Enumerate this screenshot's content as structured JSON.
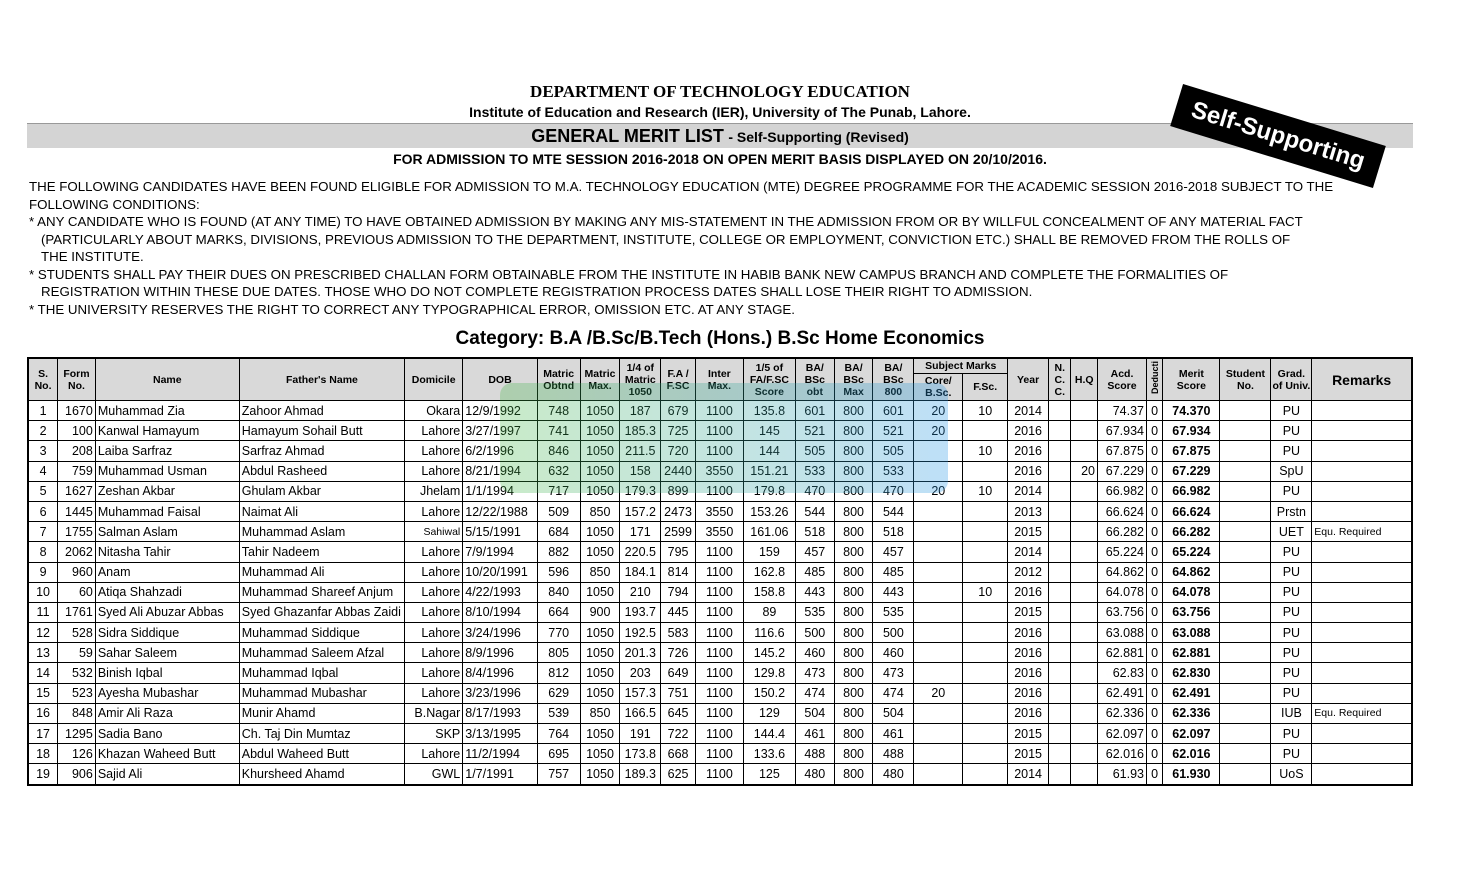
{
  "header": {
    "department": "DEPARTMENT OF TECHNOLOGY EDUCATION",
    "institute": "Institute of Education and Research (IER), University of The Punab, Lahore.",
    "list_title": "GENERAL MERIT LIST",
    "list_subtitle": "- Self-Supporting (Revised)",
    "admission_line": "FOR ADMISSION TO MTE SESSION 2016-2018 ON OPEN MERIT BASIS DISPLAYED ON 20/10/2016.",
    "stamp": "Self-Supporting"
  },
  "conditions": {
    "intro": "THE FOLLOWING CANDIDATES HAVE BEEN FOUND ELIGIBLE FOR ADMISSION TO M.A. TECHNOLOGY EDUCATION (MTE) DEGREE PROGRAMME FOR THE ACADEMIC SESSION 2016-2018 SUBJECT TO THE FOLLOWING CONDITIONS:",
    "c1": "* ANY CANDIDATE WHO IS FOUND (AT ANY TIME) TO HAVE OBTAINED ADMISSION BY MAKING ANY MIS-STATEMENT IN THE ADMISSION FROM OR BY WILLFUL CONCEALMENT OF ANY MATERIAL  FACT",
    "c1b": "(PARTICULARLY ABOUT MARKS, DIVISIONS, PREVIOUS ADMISSION TO THE DEPARTMENT, INSTITUTE, COLLEGE OR  EMPLOYMENT, CONVICTION ETC.)  SHALL BE REMOVED FROM THE ROLLS OF",
    "c1c": "THE INSTITUTE.",
    "c2": "* STUDENTS SHALL PAY THEIR DUES ON PRESCRIBED CHALLAN FORM OBTAINABLE FROM THE INSTITUTE IN HABIB BANK NEW CAMPUS BRANCH AND COMPLETE  THE FORMALITIES OF",
    "c2b": "REGISTRATION WITHIN THESE  DUE DATES. THOSE WHO DO NOT COMPLETE REGISTRATION PROCESS DATES SHALL LOSE THEIR RIGHT TO ADMISSION.",
    "c3": "* THE UNIVERSITY RESERVES THE RIGHT TO CORRECT ANY TYPOGRAPHICAL ERROR, OMISSION ETC. AT ANY STAGE."
  },
  "category": "Category: B.A /B.Sc/B.Tech (Hons.) B.Sc Home Economics",
  "columns": {
    "sno": "S. No.",
    "form": "Form No.",
    "name": "Name",
    "father": "Father's Name",
    "domicile": "Domicile",
    "dob": "DOB",
    "matric_obt": "Matric Obtnd",
    "matric_max": "Matric Max.",
    "quarter_matric": "1/4 of Matric 1050",
    "fa": "F.A / F.SC",
    "inter_max": "Inter Max.",
    "fifth_fa": "1/5 of FA/F.SC Score",
    "ba_obt": "BA/ BSc obt",
    "ba_max": "BA/ BSc Max",
    "ba_800": "BA/ BSc 800",
    "subject_marks": "Subject Marks",
    "core_bsc": "Core/ B.Sc.",
    "fsc": "F.Sc.",
    "year": "Year",
    "nc": "N. C. C.",
    "hq": "H.Q",
    "acd": "Acd. Score",
    "deduction": "Deducti",
    "merit": "Merit Score",
    "student_no": "Student No.",
    "grad_univ": "Grad. of Univ.",
    "remarks": "Remarks"
  },
  "rows": [
    {
      "sno": "1",
      "form": "1670",
      "name": "Muhammad Zia",
      "father": "Zahoor Ahmad",
      "dom": "Okara",
      "dob": "12/9/1992",
      "mo": "748",
      "mm": "1050",
      "q": "187",
      "fa": "679",
      "im": "1100",
      "f5": "135.8",
      "bo": "601",
      "bm": "800",
      "b8": "601",
      "core": "20",
      "fsc": "10",
      "yr": "2014",
      "nc": "",
      "hq": "",
      "acd": "74.37",
      "ded": "0",
      "merit": "74.370",
      "stu": "",
      "univ": "PU",
      "rem": ""
    },
    {
      "sno": "2",
      "form": "100",
      "name": "Kanwal Hamayum",
      "father": "Hamayum Sohail Butt",
      "dom": "Lahore",
      "dob": "3/27/1997",
      "mo": "741",
      "mm": "1050",
      "q": "185.3",
      "fa": "725",
      "im": "1100",
      "f5": "145",
      "bo": "521",
      "bm": "800",
      "b8": "521",
      "core": "20",
      "fsc": "",
      "yr": "2016",
      "nc": "",
      "hq": "",
      "acd": "67.934",
      "ded": "0",
      "merit": "67.934",
      "stu": "",
      "univ": "PU",
      "rem": ""
    },
    {
      "sno": "3",
      "form": "208",
      "name": "Laiba Sarfraz",
      "father": "Sarfraz Ahmad",
      "dom": "Lahore",
      "dob": "6/2/1996",
      "mo": "846",
      "mm": "1050",
      "q": "211.5",
      "fa": "720",
      "im": "1100",
      "f5": "144",
      "bo": "505",
      "bm": "800",
      "b8": "505",
      "core": "",
      "fsc": "10",
      "yr": "2016",
      "nc": "",
      "hq": "",
      "acd": "67.875",
      "ded": "0",
      "merit": "67.875",
      "stu": "",
      "univ": "PU",
      "rem": ""
    },
    {
      "sno": "4",
      "form": "759",
      "name": "Muhammad Usman",
      "father": "Abdul Rasheed",
      "dom": "Lahore",
      "dob": "8/21/1994",
      "mo": "632",
      "mm": "1050",
      "q": "158",
      "fa": "2440",
      "im": "3550",
      "f5": "151.21",
      "bo": "533",
      "bm": "800",
      "b8": "533",
      "core": "",
      "fsc": "",
      "yr": "2016",
      "nc": "",
      "hq": "20",
      "acd": "67.229",
      "ded": "0",
      "merit": "67.229",
      "stu": "",
      "univ": "SpU",
      "rem": ""
    },
    {
      "sno": "5",
      "form": "1627",
      "name": "Zeshan Akbar",
      "father": "Ghulam Akbar",
      "dom": "Jhelam",
      "dob": "1/1/1994",
      "mo": "717",
      "mm": "1050",
      "q": "179.3",
      "fa": "899",
      "im": "1100",
      "f5": "179.8",
      "bo": "470",
      "bm": "800",
      "b8": "470",
      "core": "20",
      "fsc": "10",
      "yr": "2014",
      "nc": "",
      "hq": "",
      "acd": "66.982",
      "ded": "0",
      "merit": "66.982",
      "stu": "",
      "univ": "PU",
      "rem": ""
    },
    {
      "sno": "6",
      "form": "1445",
      "name": "Muhammad Faisal",
      "father": "Naimat Ali",
      "dom": "Lahore",
      "dob": "12/22/1988",
      "mo": "509",
      "mm": "850",
      "q": "157.2",
      "fa": "2473",
      "im": "3550",
      "f5": "153.26",
      "bo": "544",
      "bm": "800",
      "b8": "544",
      "core": "",
      "fsc": "",
      "yr": "2013",
      "nc": "",
      "hq": "",
      "acd": "66.624",
      "ded": "0",
      "merit": "66.624",
      "stu": "",
      "univ": "Prstn",
      "rem": ""
    },
    {
      "sno": "7",
      "form": "1755",
      "name": "Salman Aslam",
      "father": "Muhammad Aslam",
      "dom": "Sahiwal",
      "dob": "5/15/1991",
      "mo": "684",
      "mm": "1050",
      "q": "171",
      "fa": "2599",
      "im": "3550",
      "f5": "161.06",
      "bo": "518",
      "bm": "800",
      "b8": "518",
      "core": "",
      "fsc": "",
      "yr": "2015",
      "nc": "",
      "hq": "",
      "acd": "66.282",
      "ded": "0",
      "merit": "66.282",
      "stu": "",
      "univ": "UET",
      "rem": "Equ. Required"
    },
    {
      "sno": "8",
      "form": "2062",
      "name": "Nitasha Tahir",
      "father": "Tahir Nadeem",
      "dom": "Lahore",
      "dob": "7/9/1994",
      "mo": "882",
      "mm": "1050",
      "q": "220.5",
      "fa": "795",
      "im": "1100",
      "f5": "159",
      "bo": "457",
      "bm": "800",
      "b8": "457",
      "core": "",
      "fsc": "",
      "yr": "2014",
      "nc": "",
      "hq": "",
      "acd": "65.224",
      "ded": "0",
      "merit": "65.224",
      "stu": "",
      "univ": "PU",
      "rem": ""
    },
    {
      "sno": "9",
      "form": "960",
      "name": "Anam",
      "father": "Muhammad Ali",
      "dom": "Lahore",
      "dob": "10/20/1991",
      "mo": "596",
      "mm": "850",
      "q": "184.1",
      "fa": "814",
      "im": "1100",
      "f5": "162.8",
      "bo": "485",
      "bm": "800",
      "b8": "485",
      "core": "",
      "fsc": "",
      "yr": "2012",
      "nc": "",
      "hq": "",
      "acd": "64.862",
      "ded": "0",
      "merit": "64.862",
      "stu": "",
      "univ": "PU",
      "rem": ""
    },
    {
      "sno": "10",
      "form": "60",
      "name": "Atiqa Shahzadi",
      "father": "Muhammad Shareef Anjum",
      "dom": "Lahore",
      "dob": "4/22/1993",
      "mo": "840",
      "mm": "1050",
      "q": "210",
      "fa": "794",
      "im": "1100",
      "f5": "158.8",
      "bo": "443",
      "bm": "800",
      "b8": "443",
      "core": "",
      "fsc": "10",
      "yr": "2016",
      "nc": "",
      "hq": "",
      "acd": "64.078",
      "ded": "0",
      "merit": "64.078",
      "stu": "",
      "univ": "PU",
      "rem": ""
    },
    {
      "sno": "11",
      "form": "1761",
      "name": "Syed  Ali Abuzar Abbas",
      "father": "Syed Ghazanfar Abbas Zaidi",
      "dom": "Lahore",
      "dob": "8/10/1994",
      "mo": "664",
      "mm": "900",
      "q": "193.7",
      "fa": "445",
      "im": "1100",
      "f5": "89",
      "bo": "535",
      "bm": "800",
      "b8": "535",
      "core": "",
      "fsc": "",
      "yr": "2015",
      "nc": "",
      "hq": "",
      "acd": "63.756",
      "ded": "0",
      "merit": "63.756",
      "stu": "",
      "univ": "PU",
      "rem": ""
    },
    {
      "sno": "12",
      "form": "528",
      "name": "Sidra Siddique",
      "father": "Muhammad Siddique",
      "dom": "Lahore",
      "dob": "3/24/1996",
      "mo": "770",
      "mm": "1050",
      "q": "192.5",
      "fa": "583",
      "im": "1100",
      "f5": "116.6",
      "bo": "500",
      "bm": "800",
      "b8": "500",
      "core": "",
      "fsc": "",
      "yr": "2016",
      "nc": "",
      "hq": "",
      "acd": "63.088",
      "ded": "0",
      "merit": "63.088",
      "stu": "",
      "univ": "PU",
      "rem": ""
    },
    {
      "sno": "13",
      "form": "59",
      "name": "Sahar Saleem",
      "father": "Muhammad Saleem Afzal",
      "dom": "Lahore",
      "dob": "8/9/1996",
      "mo": "805",
      "mm": "1050",
      "q": "201.3",
      "fa": "726",
      "im": "1100",
      "f5": "145.2",
      "bo": "460",
      "bm": "800",
      "b8": "460",
      "core": "",
      "fsc": "",
      "yr": "2016",
      "nc": "",
      "hq": "",
      "acd": "62.881",
      "ded": "0",
      "merit": "62.881",
      "stu": "",
      "univ": "PU",
      "rem": ""
    },
    {
      "sno": "14",
      "form": "532",
      "name": "Binish Iqbal",
      "father": "Muhammad Iqbal",
      "dom": "Lahore",
      "dob": "8/4/1996",
      "mo": "812",
      "mm": "1050",
      "q": "203",
      "fa": "649",
      "im": "1100",
      "f5": "129.8",
      "bo": "473",
      "bm": "800",
      "b8": "473",
      "core": "",
      "fsc": "",
      "yr": "2016",
      "nc": "",
      "hq": "",
      "acd": "62.83",
      "ded": "0",
      "merit": "62.830",
      "stu": "",
      "univ": "PU",
      "rem": ""
    },
    {
      "sno": "15",
      "form": "523",
      "name": "Ayesha Mubashar",
      "father": "Muhammad Mubashar",
      "dom": "Lahore",
      "dob": "3/23/1996",
      "mo": "629",
      "mm": "1050",
      "q": "157.3",
      "fa": "751",
      "im": "1100",
      "f5": "150.2",
      "bo": "474",
      "bm": "800",
      "b8": "474",
      "core": "20",
      "fsc": "",
      "yr": "2016",
      "nc": "",
      "hq": "",
      "acd": "62.491",
      "ded": "0",
      "merit": "62.491",
      "stu": "",
      "univ": "PU",
      "rem": ""
    },
    {
      "sno": "16",
      "form": "848",
      "name": "Amir Ali Raza",
      "father": "Munir Ahamd",
      "dom": "B.Nagar",
      "dob": "8/17/1993",
      "mo": "539",
      "mm": "850",
      "q": "166.5",
      "fa": "645",
      "im": "1100",
      "f5": "129",
      "bo": "504",
      "bm": "800",
      "b8": "504",
      "core": "",
      "fsc": "",
      "yr": "2016",
      "nc": "",
      "hq": "",
      "acd": "62.336",
      "ded": "0",
      "merit": "62.336",
      "stu": "",
      "univ": "IUB",
      "rem": "Equ. Required"
    },
    {
      "sno": "17",
      "form": "1295",
      "name": "Sadia Bano",
      "father": "Ch. Taj Din Mumtaz",
      "dom": "SKP",
      "dob": "3/13/1995",
      "mo": "764",
      "mm": "1050",
      "q": "191",
      "fa": "722",
      "im": "1100",
      "f5": "144.4",
      "bo": "461",
      "bm": "800",
      "b8": "461",
      "core": "",
      "fsc": "",
      "yr": "2015",
      "nc": "",
      "hq": "",
      "acd": "62.097",
      "ded": "0",
      "merit": "62.097",
      "stu": "",
      "univ": "PU",
      "rem": ""
    },
    {
      "sno": "18",
      "form": "126",
      "name": "Khazan Waheed Butt",
      "father": "Abdul Waheed Butt",
      "dom": "Lahore",
      "dob": "11/2/1994",
      "mo": "695",
      "mm": "1050",
      "q": "173.8",
      "fa": "668",
      "im": "1100",
      "f5": "133.6",
      "bo": "488",
      "bm": "800",
      "b8": "488",
      "core": "",
      "fsc": "",
      "yr": "2015",
      "nc": "",
      "hq": "",
      "acd": "62.016",
      "ded": "0",
      "merit": "62.016",
      "stu": "",
      "univ": "PU",
      "rem": ""
    },
    {
      "sno": "19",
      "form": "906",
      "name": "Sajid Ali",
      "father": "Khursheed Ahamd",
      "dom": "GWL",
      "dob": "1/7/1991",
      "mo": "757",
      "mm": "1050",
      "q": "189.3",
      "fa": "625",
      "im": "1100",
      "f5": "125",
      "bo": "480",
      "bm": "800",
      "b8": "480",
      "core": "",
      "fsc": "",
      "yr": "2014",
      "nc": "",
      "hq": "",
      "acd": "61.93",
      "ded": "0",
      "merit": "61.930",
      "stu": "",
      "univ": "UoS",
      "rem": ""
    }
  ]
}
